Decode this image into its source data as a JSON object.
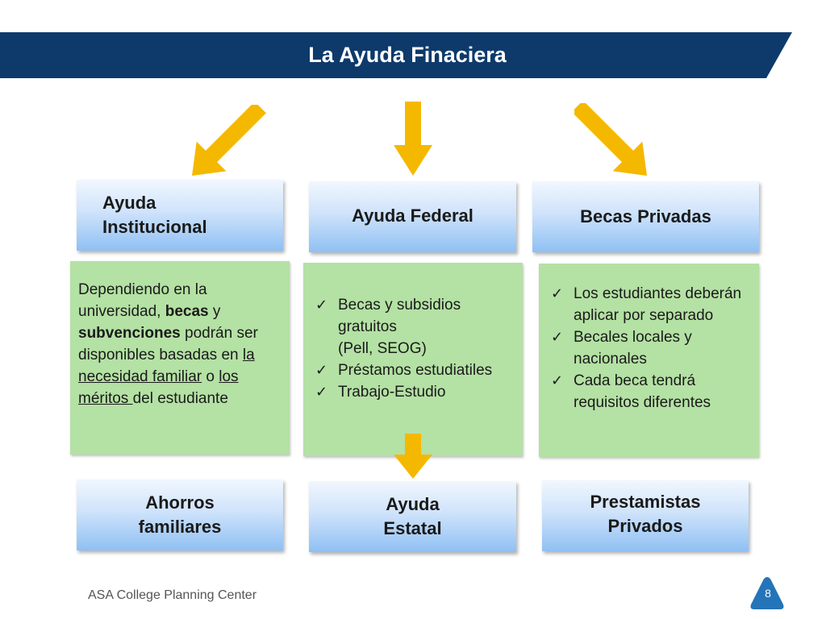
{
  "title": "La Ayuda Finaciera",
  "colors": {
    "title_bar": "#0d3a6b",
    "arrow": "#f5b800",
    "green_box": "#b4e1a4"
  },
  "top_boxes": {
    "institucional": {
      "line1": "Ayuda",
      "line2": "Institucional"
    },
    "federal": "Ayuda Federal",
    "privadas": "Becas Privadas"
  },
  "institucional_text": {
    "p1": "Dependiendo en la universidad, ",
    "becas": "becas",
    "p2": " y ",
    "subvenciones": "subvenciones",
    "p3": " podrán ser disponibles basadas en ",
    "necesidad": "la necesidad familiar",
    "p4": " o ",
    "meritos": "los méritos ",
    "p5": "del estudiante"
  },
  "federal_items": [
    "Becas y subsidios gratuitos",
    "(Pell, SEOG)",
    "Préstamos estudiatiles",
    "Trabajo-Estudio"
  ],
  "privadas_items": [
    "Los estudiantes deberán aplicar por separado",
    "Becales locales y nacionales",
    "Cada beca tendrá requisitos diferentes"
  ],
  "bottom_boxes": {
    "ahorros": {
      "line1": "Ahorros",
      "line2": "familiares"
    },
    "estatal": {
      "line1": "Ayuda",
      "line2": "Estatal"
    },
    "prestamistas": {
      "line1": "Prestamistas",
      "line2": "Privados"
    }
  },
  "footer": "ASA College Planning Center",
  "page_number": "8",
  "icons": {
    "arrow": "down-arrow-icon",
    "check": "checkmark-icon",
    "logo": "triangle-logo-icon"
  }
}
